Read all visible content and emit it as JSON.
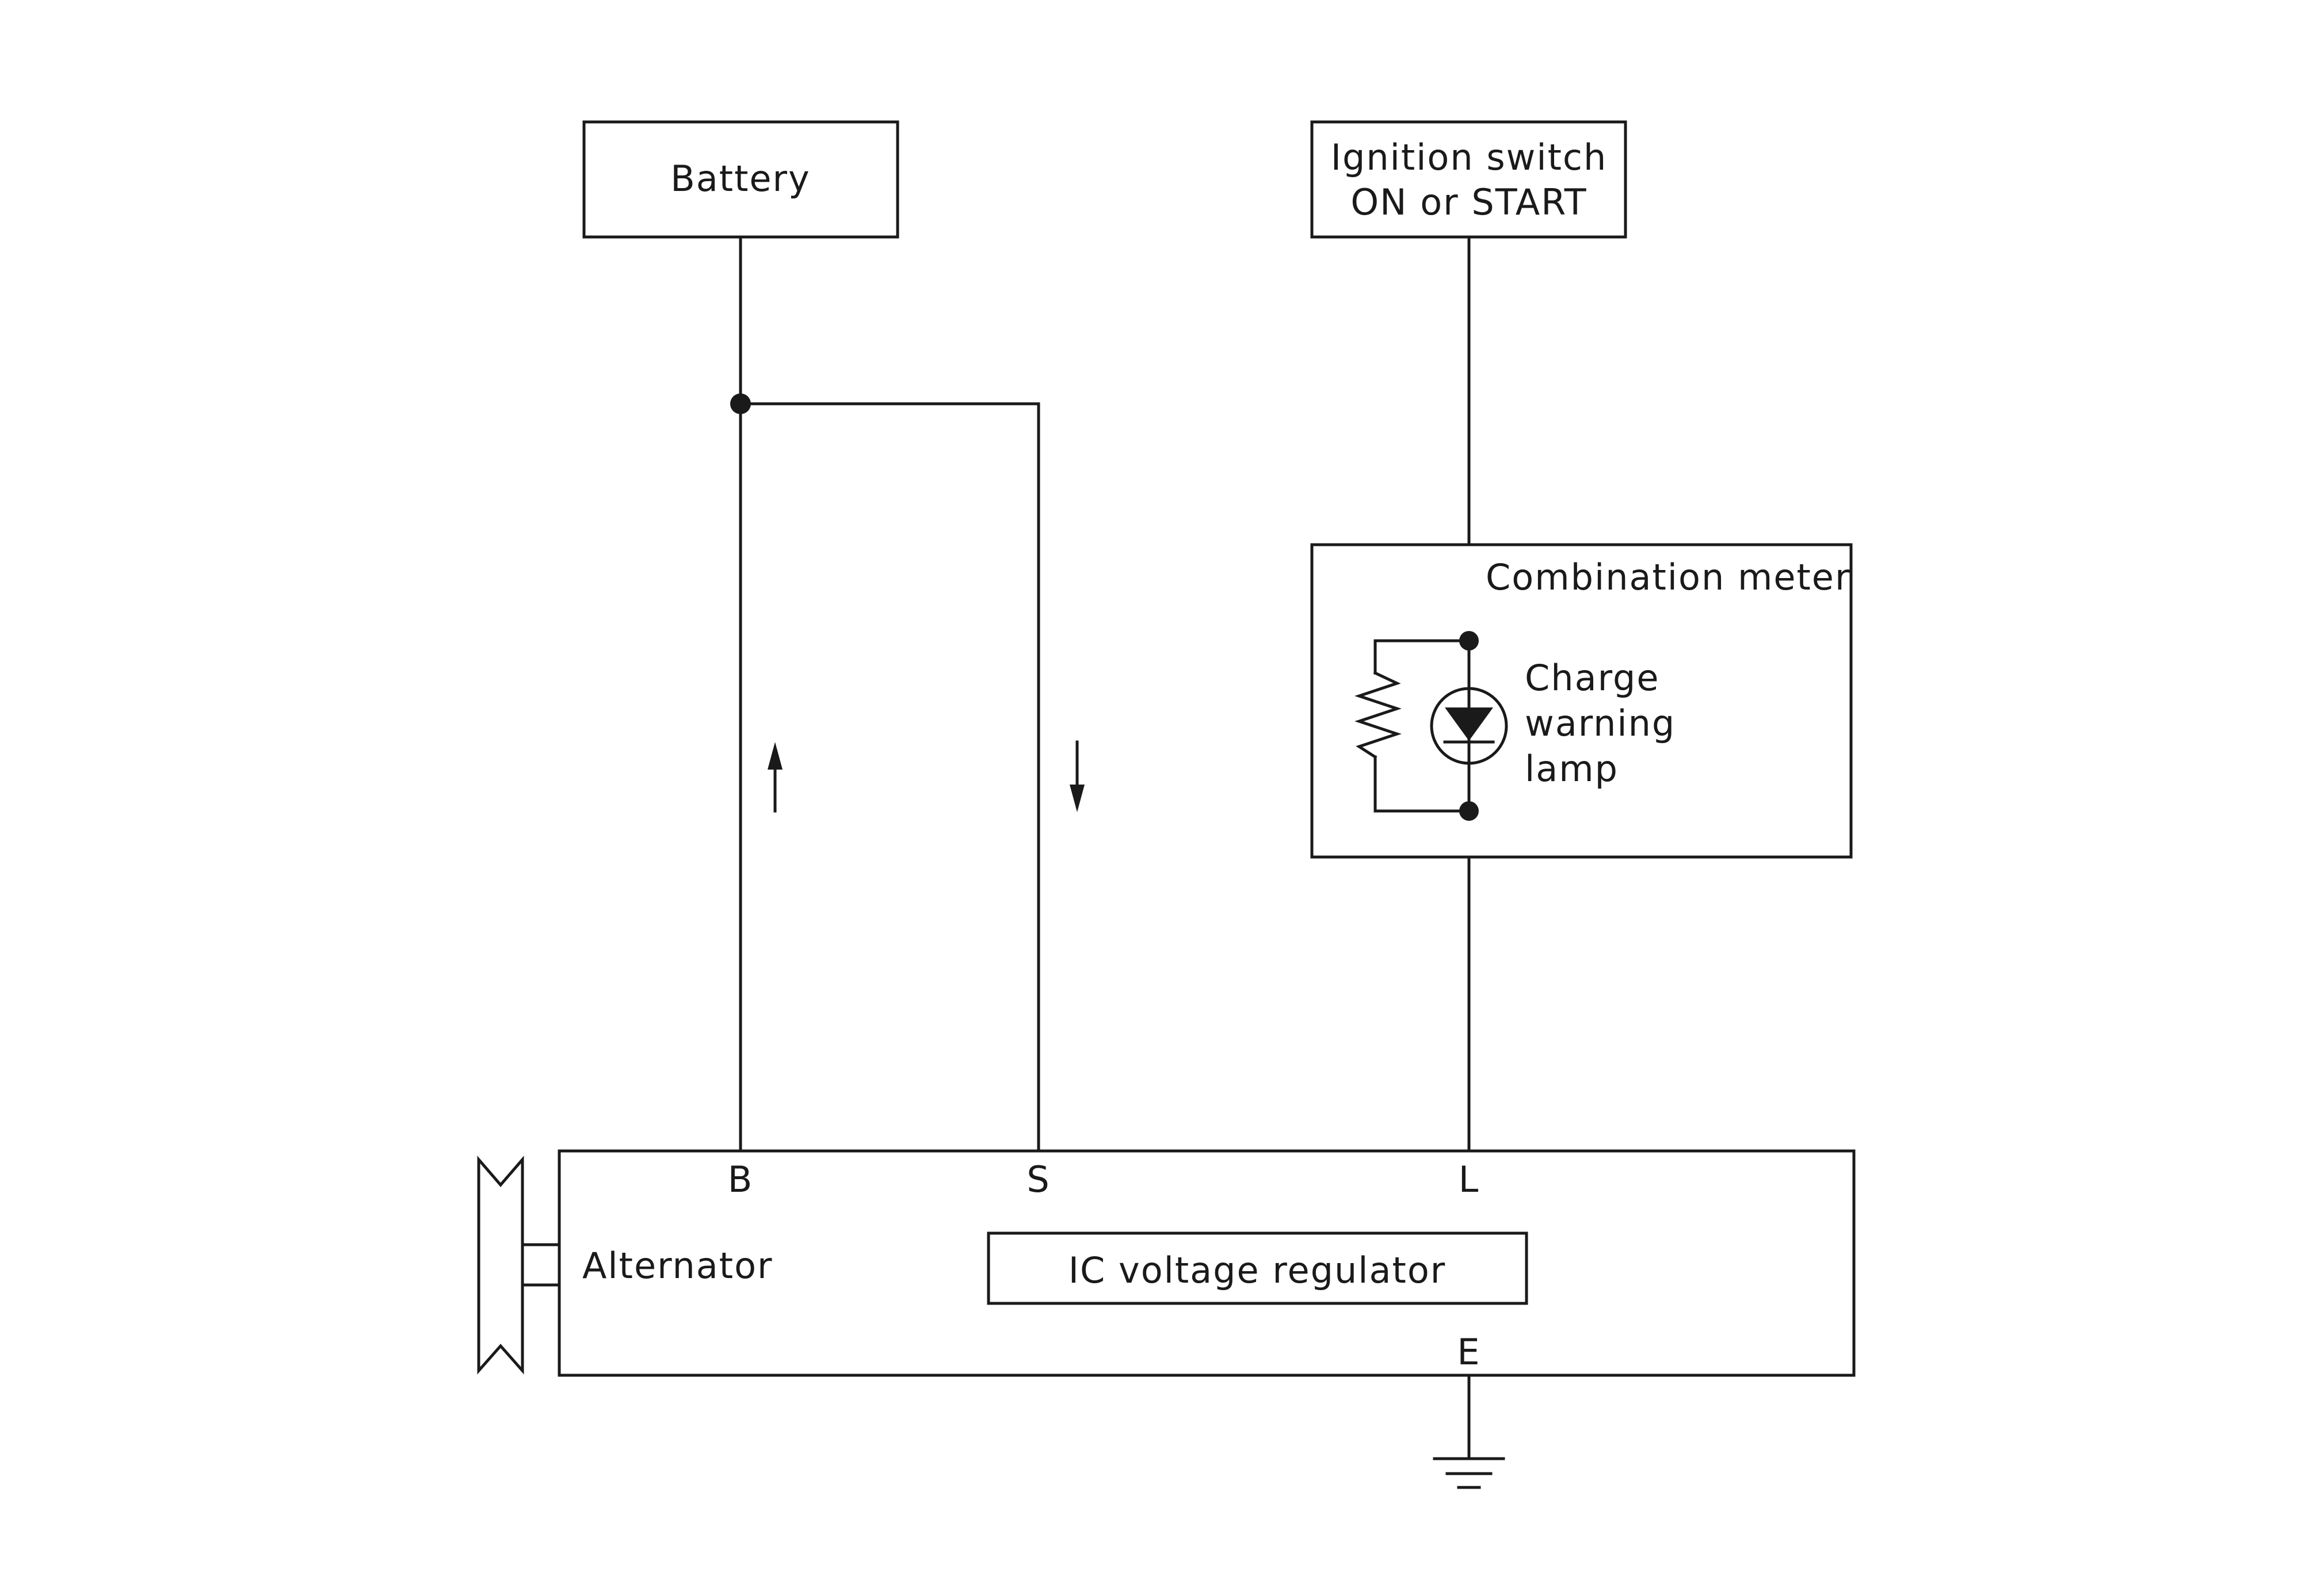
{
  "labels": {
    "battery": "Battery",
    "ignition_line1": "Ignition switch",
    "ignition_line2": "ON or START",
    "combination_meter": "Combination meter",
    "lamp_line1": "Charge",
    "lamp_line2": "warning",
    "lamp_line3": "lamp",
    "alternator": "Alternator",
    "regulator": "IC voltage regulator",
    "terminal_b": "B",
    "terminal_s": "S",
    "terminal_l": "L",
    "terminal_e": "E"
  },
  "icons": {
    "lamp": "led-lamp-icon",
    "resistor": "resistor-icon",
    "ground": "ground-icon",
    "pulley": "pulley-icon",
    "arrow_up": "arrow-up-icon",
    "arrow_down": "arrow-down-icon"
  },
  "colors": {
    "line": "#1a1a1a",
    "background": "#ffffff"
  }
}
